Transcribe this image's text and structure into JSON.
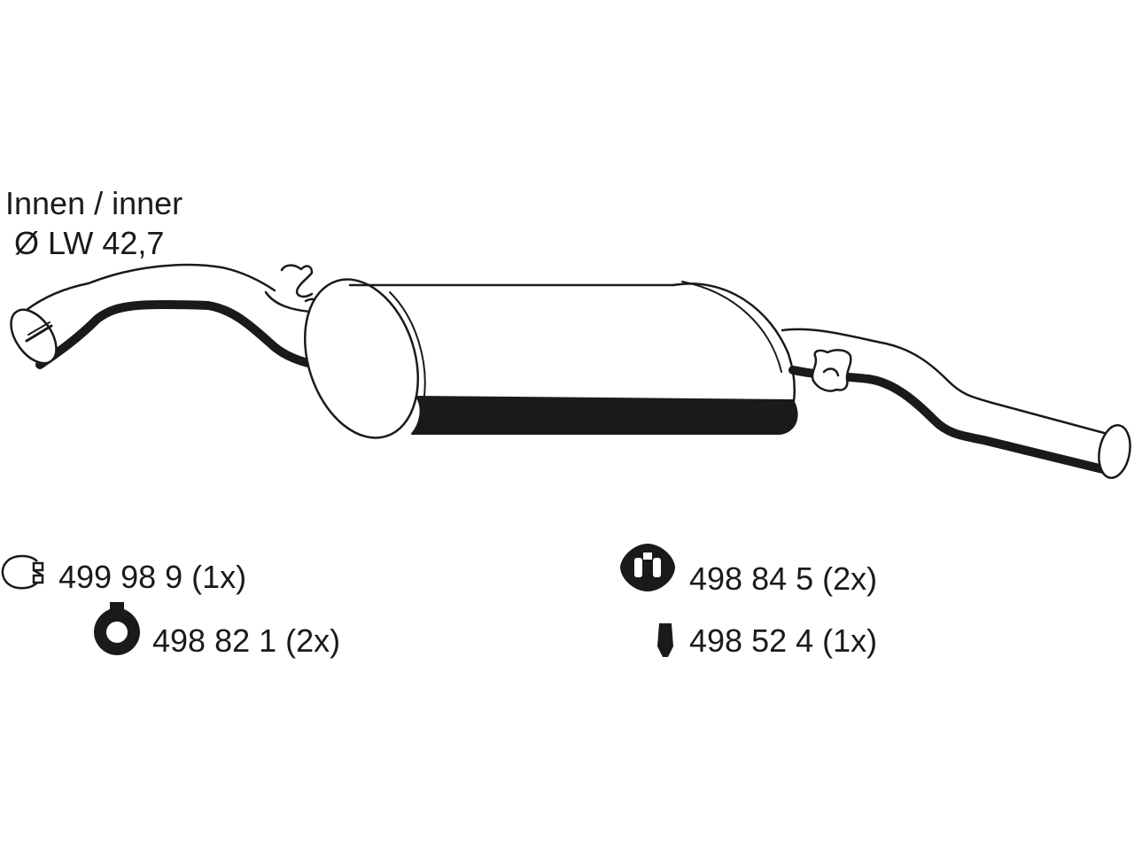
{
  "diameter_note": {
    "line1": "Innen / inner",
    "line2": "Ø LW 42,7"
  },
  "parts": [
    {
      "icon": "clamp-icon",
      "label": "499 98 9 (1x)"
    },
    {
      "icon": "rubber-ring-icon",
      "label": "498 82 1 (2x)"
    },
    {
      "icon": "rubber-hanger-icon",
      "label": "498 84 5 (2x)"
    },
    {
      "icon": "rubber-buffer-icon",
      "label": "498 52 4 (1x)"
    }
  ],
  "colors": {
    "ink": "#1a1a1a",
    "background": "#ffffff"
  }
}
